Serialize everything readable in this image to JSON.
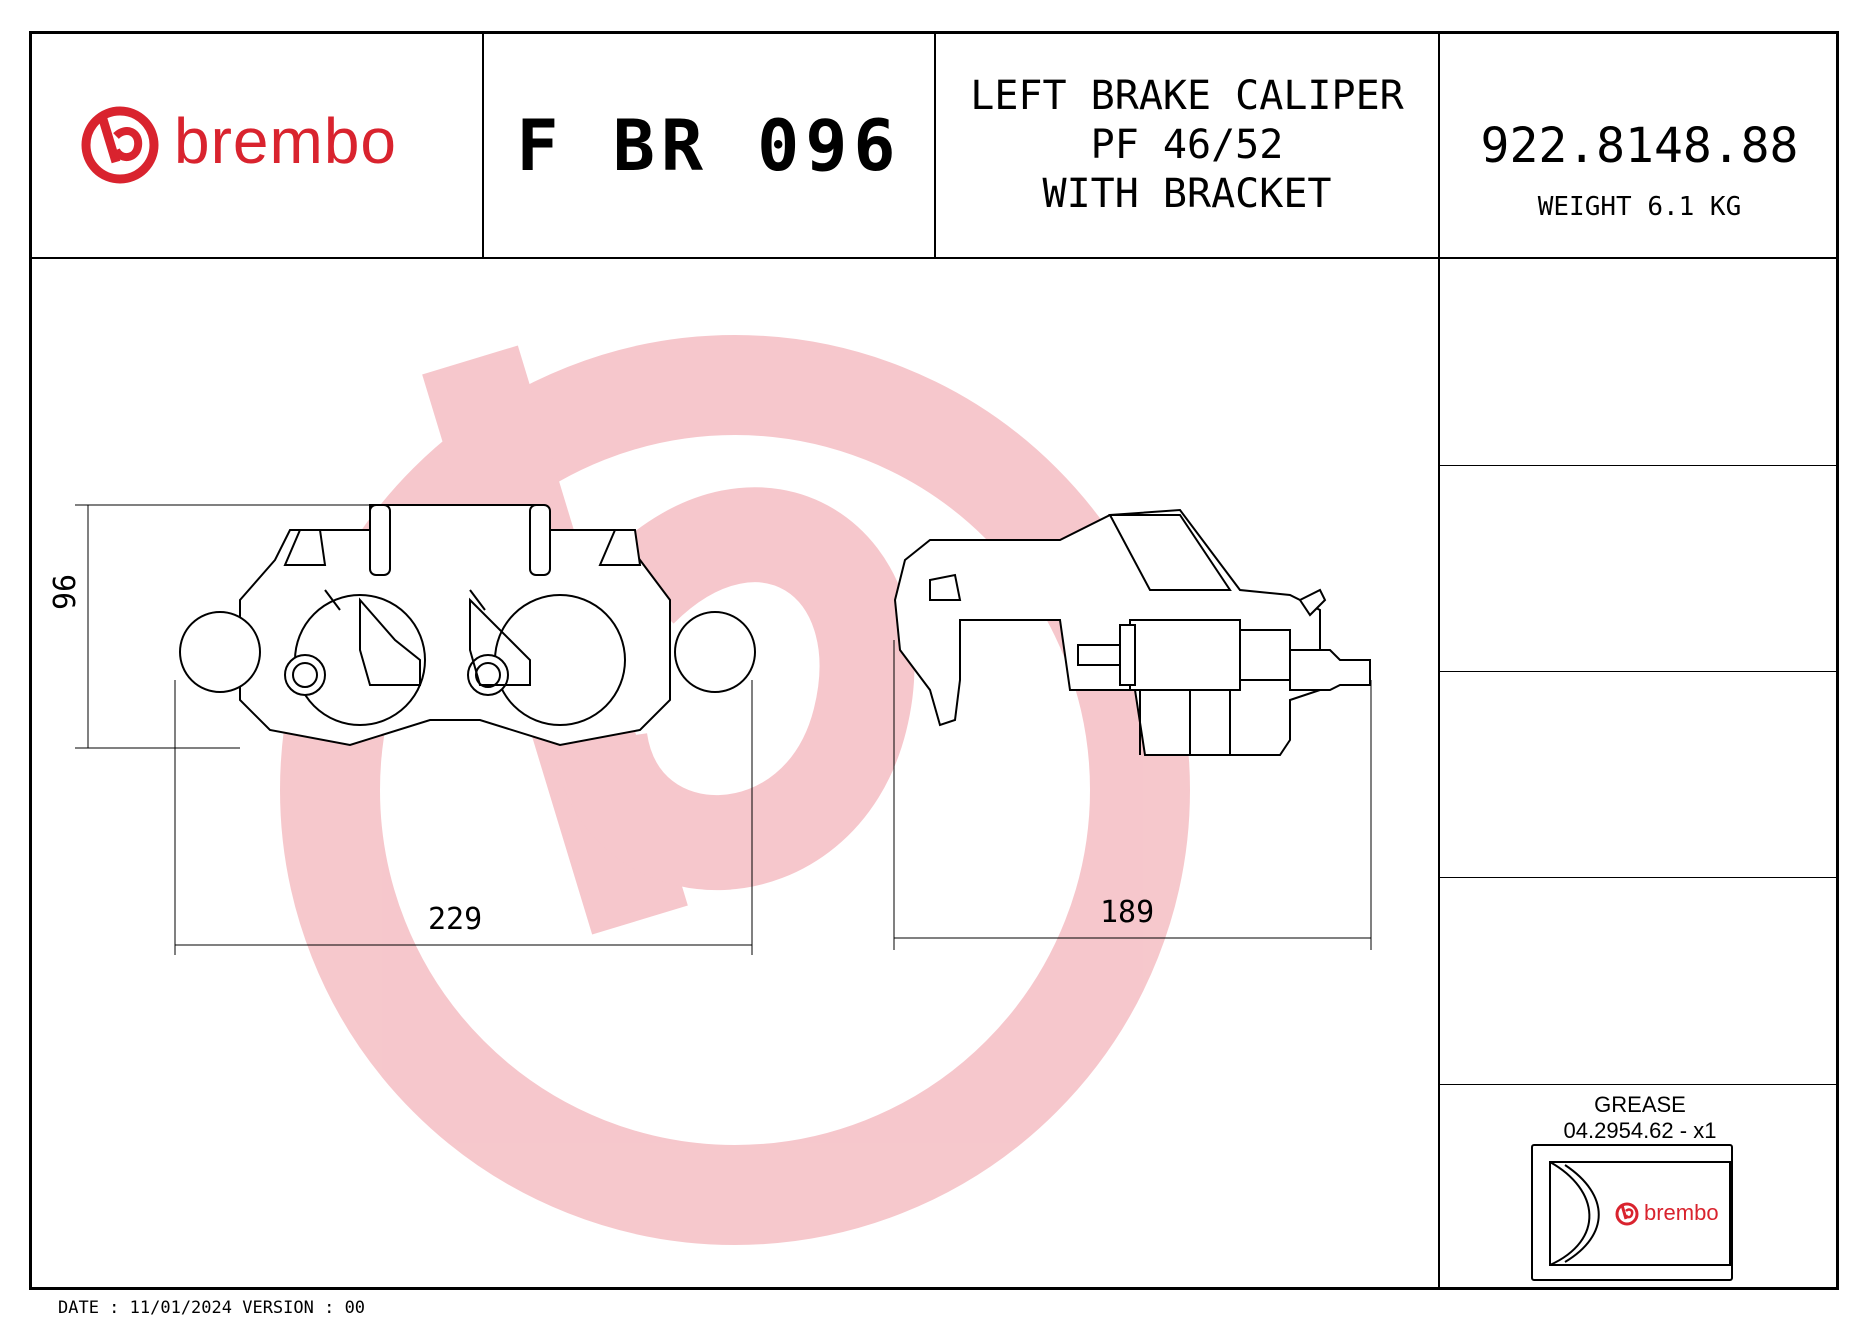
{
  "header": {
    "brand": "brembo",
    "part_code": "F BR 096",
    "title_lines": [
      "LEFT BRAKE CALIPER",
      "PF 46/52",
      "WITH BRACKET"
    ],
    "reference": "922.8148.88",
    "weight": "WEIGHT 6.1 KG"
  },
  "drawing": {
    "height_dim": "96",
    "width_dim_front": "229",
    "width_dim_side": "189"
  },
  "grease": {
    "label": "GREASE",
    "code": "04.2954.62 - x1",
    "pack_brand": "brembo"
  },
  "footer": {
    "text": "DATE : 11/01/2024 VERSION : 00"
  },
  "colors": {
    "brand_red": "#d9232e",
    "watermark": "#f6c9cd"
  }
}
